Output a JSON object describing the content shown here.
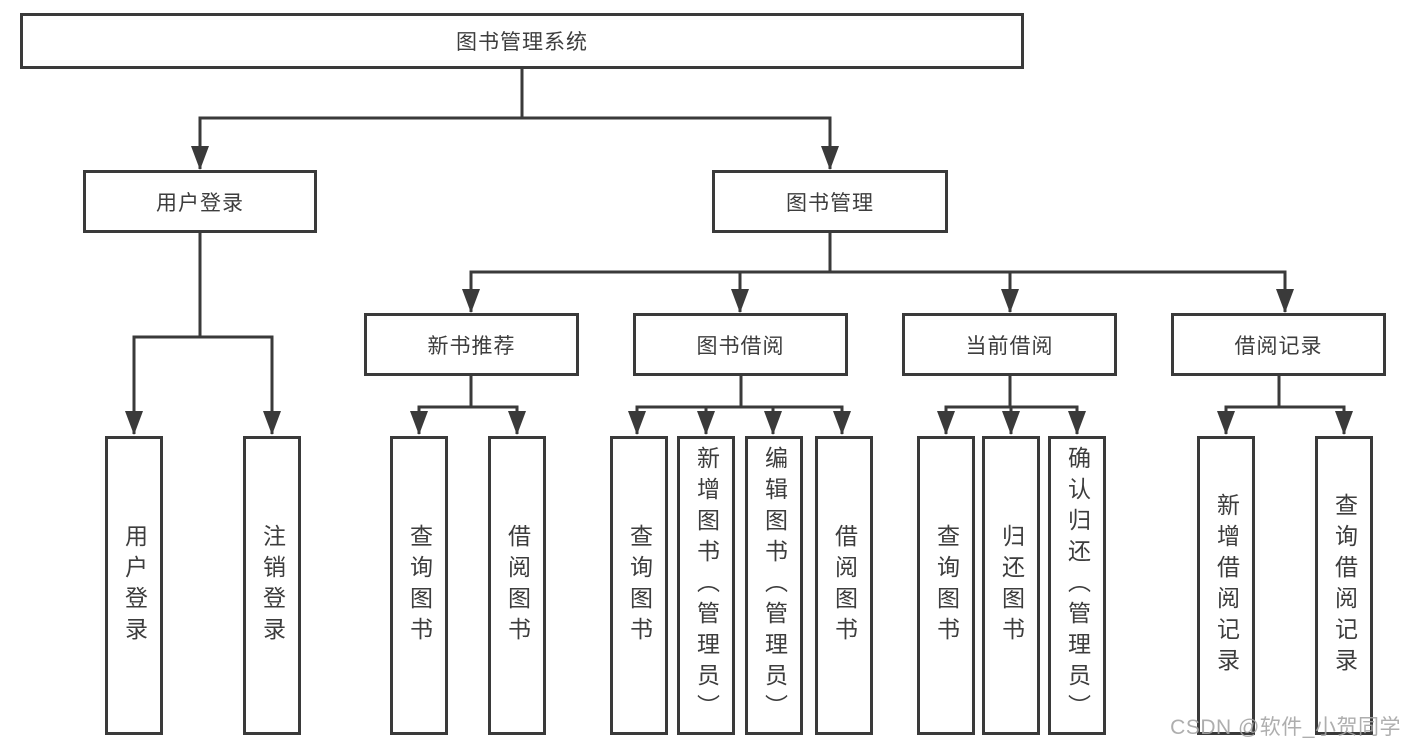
{
  "diagram_title": "图书管理系统",
  "nodes": {
    "root": {
      "label": "图书管理系统"
    },
    "user_login": {
      "label": "用户登录",
      "parent": "图书管理系统"
    },
    "book_mgmt": {
      "label": "图书管理",
      "parent": "图书管理系统"
    },
    "new_books": {
      "label": "新书推荐",
      "parent": "图书管理"
    },
    "book_borrow": {
      "label": "图书借阅",
      "parent": "图书管理"
    },
    "current_borrow": {
      "label": "当前借阅",
      "parent": "图书管理"
    },
    "borrow_records": {
      "label": "借阅记录",
      "parent": "图书管理"
    },
    "leaves": [
      {
        "label": "用户登录",
        "parent": "用户登录"
      },
      {
        "label": "注销登录",
        "parent": "用户登录"
      },
      {
        "label": "查询图书",
        "parent": "新书推荐"
      },
      {
        "label": "借阅图书",
        "parent": "新书推荐"
      },
      {
        "label": "查询图书",
        "parent": "图书借阅"
      },
      {
        "label": "新增图书（管理员）",
        "parent": "图书借阅"
      },
      {
        "label": "编辑图书（管理员）",
        "parent": "图书借阅"
      },
      {
        "label": "借阅图书",
        "parent": "图书借阅"
      },
      {
        "label": "查询图书",
        "parent": "当前借阅"
      },
      {
        "label": "归还图书",
        "parent": "当前借阅"
      },
      {
        "label": "确认归还（管理员）",
        "parent": "当前借阅"
      },
      {
        "label": "新增借阅记录",
        "parent": "借阅记录"
      },
      {
        "label": "查询借阅记录",
        "parent": "借阅记录"
      }
    ]
  },
  "watermark": "CSDN @软件_小贺同学",
  "colors": {
    "line": "#3a3a3a",
    "box_border": "#3a3a3a",
    "text": "#3d3d3d",
    "watermark": "#a5a5a5",
    "background": "#ffffff"
  }
}
